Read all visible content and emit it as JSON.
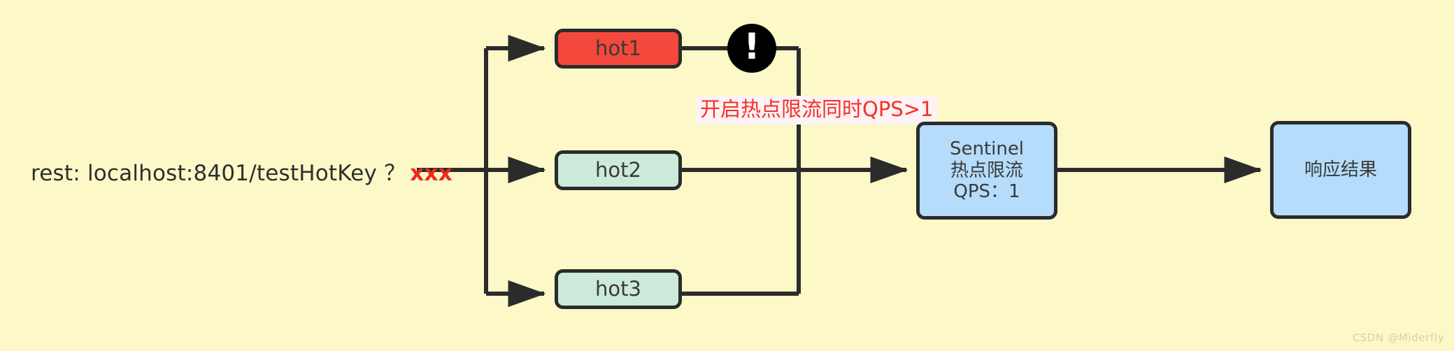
{
  "diagram": {
    "title": "Sentinel hot-key rate limiting flow",
    "background_color": "#fcf8c8",
    "request": {
      "text": "rest: localhost:8401/testHotKey ？",
      "param": "xxx",
      "param_color": "#ef2b1f"
    },
    "nodes": [
      {
        "id": "hot1",
        "label": "hot1",
        "fill": "#f4483c",
        "stroke": "#2b2b2b"
      },
      {
        "id": "hot2",
        "label": "hot2",
        "fill": "#ccead9",
        "stroke": "#2b2b2b"
      },
      {
        "id": "hot3",
        "label": "hot3",
        "fill": "#ccead9",
        "stroke": "#2b2b2b"
      },
      {
        "id": "sentinel",
        "fill": "#b5dcfa",
        "stroke": "#2b2b2b",
        "line1": "Sentinel",
        "line2": "热点限流",
        "line3": "QPS：1"
      },
      {
        "id": "result",
        "label": "响应结果",
        "fill": "#b5dcfa",
        "stroke": "#2b2b2b"
      }
    ],
    "warning_badge": {
      "glyph": "!",
      "fill": "#000000",
      "glyph_color": "#ffffff"
    },
    "condition_label": {
      "text": "开启热点限流同时QPS>1",
      "color": "#f5302a",
      "background": "#fdf2f4"
    },
    "edges": [
      {
        "from": "request",
        "to": "fanout-trunk"
      },
      {
        "from": "fanout-trunk",
        "to": "hot1"
      },
      {
        "from": "fanout-trunk",
        "to": "hot2"
      },
      {
        "from": "fanout-trunk",
        "to": "hot3"
      },
      {
        "from": "hot1",
        "to": "fanin-trunk"
      },
      {
        "from": "hot2",
        "to": "sentinel"
      },
      {
        "from": "hot3",
        "to": "fanin-trunk"
      },
      {
        "from": "sentinel",
        "to": "result"
      }
    ],
    "edge_color": "#2b2b2b"
  },
  "watermark": "CSDN @Miderfly"
}
